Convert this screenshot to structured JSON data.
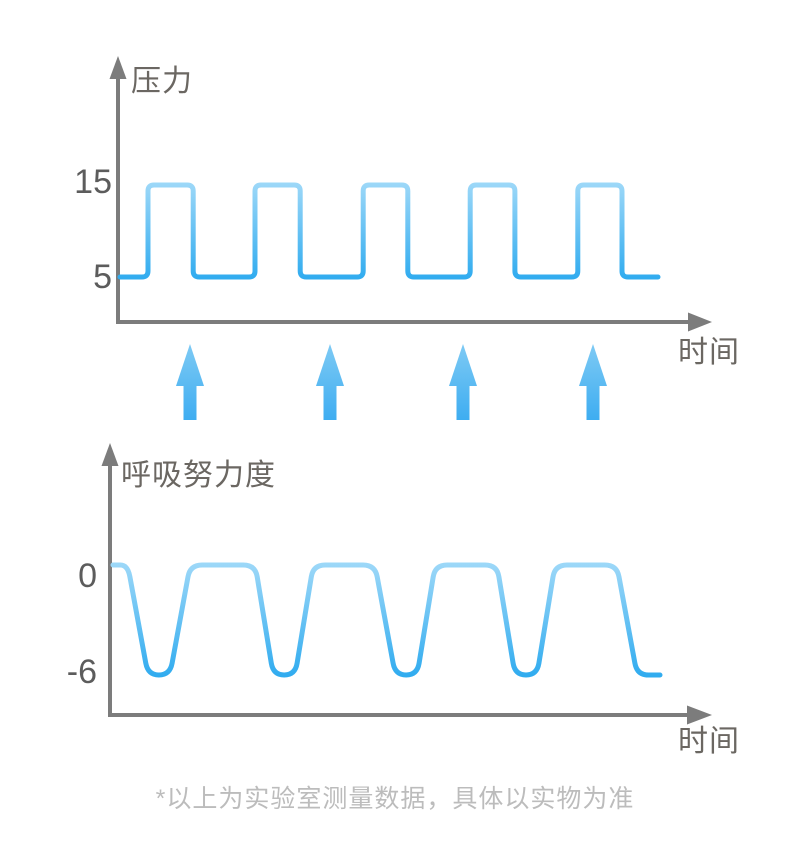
{
  "footnote": {
    "text": "*以上为实验室测量数据，具体以实物为准"
  },
  "colors": {
    "axis": "#7c7c7c",
    "label_text": "#6b6762",
    "tick_text": "#5c5c5c",
    "footnote_text": "#bcbcbc",
    "wave_gradient_top": "#9dd8f8",
    "wave_gradient_bottom": "#2fabef",
    "arrow_gradient_top": "#7ecaf4",
    "arrow_gradient_bottom": "#3eadf1"
  },
  "arrows": {
    "count": 4,
    "direction": "up",
    "meaning": "trigger-arrows-between-charts"
  },
  "chart_data": [
    {
      "type": "line",
      "name": "pressure",
      "ylabel": "压力",
      "xlabel": "时间",
      "yticks": [
        "15",
        "5"
      ],
      "y_high": 15,
      "y_low": 5,
      "waveform": "square-pulse-train",
      "pulse_count": 5,
      "x_units": [
        0,
        100
      ],
      "pulses_t": [
        [
          5.2,
          13.6
        ],
        [
          25.1,
          33.5
        ],
        [
          45.2,
          53.5
        ],
        [
          65.1,
          73.4
        ],
        [
          85.1,
          93.3
        ]
      ],
      "grid": false,
      "legend": false
    },
    {
      "type": "line",
      "name": "respiratory-effort",
      "ylabel": "呼吸努力度",
      "xlabel": "时间",
      "yticks": [
        "0",
        "-6"
      ],
      "y_high": 0,
      "y_low": -6,
      "waveform": "flat-top-with-rounded-dips",
      "dip_count": 5,
      "x_units": [
        0,
        100
      ],
      "dips_t": [
        [
          2.7,
          6.4,
          10.4,
          14.1
        ],
        [
          26,
          29.3,
          33.3,
          36.6
        ],
        [
          47.9,
          51.6,
          55.6,
          58.9
        ],
        [
          70.2,
          73.5,
          77.5,
          80.8
        ],
        [
          92.1,
          95.8,
          100,
          null
        ]
      ],
      "grid": false,
      "legend": false
    }
  ]
}
